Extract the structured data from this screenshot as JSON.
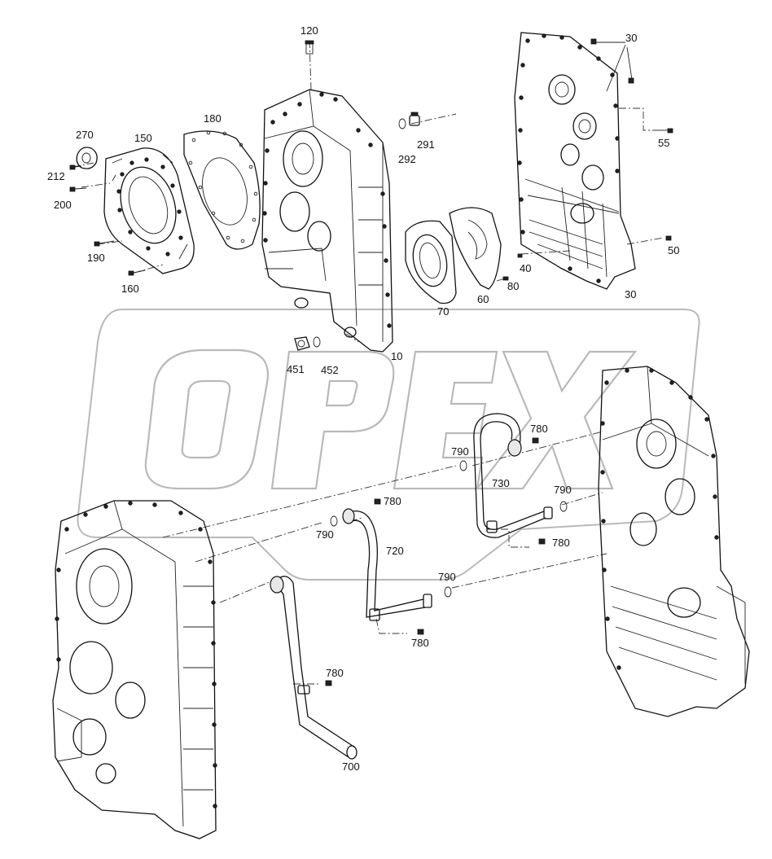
{
  "watermark": {
    "text": "OPEX"
  },
  "callouts": [
    {
      "id": "c120",
      "text": "120"
    },
    {
      "id": "c30a",
      "text": "30"
    },
    {
      "id": "c270",
      "text": "270"
    },
    {
      "id": "c150",
      "text": "150"
    },
    {
      "id": "c180",
      "text": "180"
    },
    {
      "id": "c291",
      "text": "291"
    },
    {
      "id": "c292",
      "text": "292"
    },
    {
      "id": "c55",
      "text": "55"
    },
    {
      "id": "c212",
      "text": "212"
    },
    {
      "id": "c200",
      "text": "200"
    },
    {
      "id": "c190",
      "text": "190"
    },
    {
      "id": "c160",
      "text": "160"
    },
    {
      "id": "c50",
      "text": "50"
    },
    {
      "id": "c40",
      "text": "40"
    },
    {
      "id": "c80",
      "text": "80"
    },
    {
      "id": "c70",
      "text": "70"
    },
    {
      "id": "c60",
      "text": "60"
    },
    {
      "id": "c30b",
      "text": "30"
    },
    {
      "id": "c10",
      "text": "10"
    },
    {
      "id": "c451",
      "text": "451"
    },
    {
      "id": "c452",
      "text": "452"
    },
    {
      "id": "c780a",
      "text": "780"
    },
    {
      "id": "c790a",
      "text": "790"
    },
    {
      "id": "c730",
      "text": "730"
    },
    {
      "id": "c790b",
      "text": "790"
    },
    {
      "id": "c780b",
      "text": "780"
    },
    {
      "id": "c790c",
      "text": "790"
    },
    {
      "id": "c780c",
      "text": "780"
    },
    {
      "id": "c720",
      "text": "720"
    },
    {
      "id": "c790d",
      "text": "790"
    },
    {
      "id": "c780d",
      "text": "780"
    },
    {
      "id": "c780e",
      "text": "780"
    },
    {
      "id": "c700",
      "text": "700"
    }
  ]
}
